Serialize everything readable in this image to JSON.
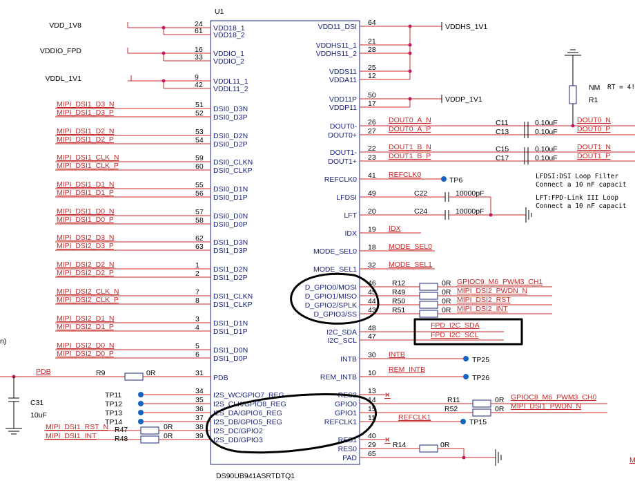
{
  "chip": {
    "ref": "U1",
    "part": "DS90UB941ASRTDTQ1"
  },
  "left_power": [
    {
      "net": "VDD_1V8",
      "pins": [
        {
          "num": "24",
          "name": "VDD18_1"
        },
        {
          "num": "61",
          "name": "VDD18_2"
        }
      ]
    },
    {
      "net": "VDDIO_FPD",
      "pins": [
        {
          "num": "16",
          "name": "VDDIO_1"
        },
        {
          "num": "33",
          "name": "VDDIO_2"
        }
      ]
    },
    {
      "net": "VDDL_1V1",
      "pins": [
        {
          "num": "9",
          "name": "VDDL11_1"
        },
        {
          "num": "42",
          "name": "VDDL11_2"
        }
      ]
    }
  ],
  "left_dsi": [
    {
      "net": "MIPI_DSI1_D3_N",
      "num": "51",
      "pin": "DSI0_D3N"
    },
    {
      "net": "MIPI_DSI1_D3_P",
      "num": "52",
      "pin": "DSI0_D3P"
    },
    {
      "net": "MIPI_DSI1_D2_N",
      "num": "53",
      "pin": "DSI0_D2N"
    },
    {
      "net": "MIPI_DSI1_D2_P",
      "num": "54",
      "pin": "DSI0_D2P"
    },
    {
      "net": "MIPI_DSI1_CLK_N",
      "num": "59",
      "pin": "DSI0_CLKN"
    },
    {
      "net": "MIPI_DSI1_CLK_P",
      "num": "60",
      "pin": "DSI0_CLKP"
    },
    {
      "net": "MIPI_DSI1_D1_N",
      "num": "55",
      "pin": "DSI0_D1N"
    },
    {
      "net": "MIPI_DSI1_D1_P",
      "num": "56",
      "pin": "DSI0_D1P"
    },
    {
      "net": "MIPI_DSI1_D0_N",
      "num": "57",
      "pin": "DSI0_D0N"
    },
    {
      "net": "MIPI_DSI1_D0_P",
      "num": "58",
      "pin": "DSI0_D0P"
    },
    {
      "net": "MIPI_DSI2_D3_N",
      "num": "62",
      "pin": "DSI1_D3N"
    },
    {
      "net": "MIPI_DSI2_D3_P",
      "num": "63",
      "pin": "DSI1_D3P"
    },
    {
      "net": "MIPI_DSI2_D2_N",
      "num": "1",
      "pin": "DSI1_D2N"
    },
    {
      "net": "MIPI_DSI2_D2_P",
      "num": "2",
      "pin": "DSI1_D2P"
    },
    {
      "net": "MIPI_DSI2_CLK_N",
      "num": "7",
      "pin": "DSI1_CLKN"
    },
    {
      "net": "MIPI_DSI2_CLK_P",
      "num": "8",
      "pin": "DSI1_CLKP"
    },
    {
      "net": "MIPI_DSI2_D1_N",
      "num": "3",
      "pin": "DSI1_D1N"
    },
    {
      "net": "MIPI_DSI2_D1_P",
      "num": "4",
      "pin": "DSI1_D1P"
    },
    {
      "net": "MIPI_DSI2_D0_N",
      "num": "5",
      "pin": "DSI1_D0N"
    },
    {
      "net": "MIPI_DSI2_D0_P",
      "num": "6",
      "pin": "DSI1_D0P"
    }
  ],
  "left_lower": {
    "pdb": {
      "net": "PDB",
      "ref": "R9",
      "val": "0R",
      "num": "31",
      "pin": "PDB"
    },
    "cap": {
      "ref": "C31",
      "val": "10uF"
    },
    "i2s": [
      {
        "tp": "TP11",
        "num": "34",
        "pin": "I2S_WC/GPIO7_REG"
      },
      {
        "tp": "TP12",
        "num": "35",
        "pin": "I2S_CLK/GPIO8_REG"
      },
      {
        "tp": "TP13",
        "num": "36",
        "pin": "I2S_DA/GPIO6_REG"
      },
      {
        "tp": "TP14",
        "num": "37",
        "pin": "I2S_DB/GPIO5_REG"
      }
    ],
    "gpio": [
      {
        "net": "MIPI_DSI1_RST_N",
        "ref": "R47",
        "val": "0R",
        "num": "38",
        "pin": "I2S_DC/GPIO2"
      },
      {
        "net": "MIPI_DSI1_INT",
        "ref": "R48",
        "val": "0R",
        "num": "39",
        "pin": "I2S_DD/GPIO3"
      }
    ],
    "edge_text": "n)"
  },
  "right_power": [
    {
      "net": "VDD11_DSI",
      "pins": [
        {
          "num": "64",
          "name": "VDD11_DSI"
        }
      ]
    },
    {
      "net": "VDDHS_1V1",
      "pins": [
        {
          "num": "21",
          "name": "VDDHS11_1"
        },
        {
          "num": "28",
          "name": "VDDHS11_2"
        },
        {
          "num": "25",
          "name": "VDDS11"
        },
        {
          "num": "12",
          "name": "VDDA11"
        }
      ]
    },
    {
      "net": "VDDP_1V1",
      "pins": [
        {
          "num": "50",
          "name": "VDD11P"
        },
        {
          "num": "17",
          "name": "VDDP11"
        }
      ]
    }
  ],
  "right_pins": [
    {
      "num": "64",
      "pin": "VDD11_DSI"
    },
    {
      "num": "21",
      "pin": "VDDHS11_1"
    },
    {
      "num": "28",
      "pin": "VDDHS11_2"
    },
    {
      "num": "25",
      "pin": "VDDS11"
    },
    {
      "num": "12",
      "pin": "VDDA11"
    },
    {
      "num": "50",
      "pin": "VDD11P"
    },
    {
      "num": "17",
      "pin": "VDDP11"
    },
    {
      "num": "26",
      "pin": "DOUT0-"
    },
    {
      "num": "27",
      "pin": "DOUT0+"
    },
    {
      "num": "22",
      "pin": "DOUT1-"
    },
    {
      "num": "23",
      "pin": "DOUT1+"
    },
    {
      "num": "41",
      "pin": "REFCLK0"
    },
    {
      "num": "49",
      "pin": "LFDSI"
    },
    {
      "num": "20",
      "pin": "LFT"
    },
    {
      "num": "19",
      "pin": "IDX"
    },
    {
      "num": "18",
      "pin": "MODE_SEL0"
    },
    {
      "num": "32",
      "pin": "MODE_SEL1"
    },
    {
      "num": "46",
      "pin": "D_GPIO0/MOSI"
    },
    {
      "num": "45",
      "pin": "D_GPIO1/MISO"
    },
    {
      "num": "44",
      "pin": "D_GPIO2/SPLK"
    },
    {
      "num": "43",
      "pin": "D_GPIO3/SS"
    },
    {
      "num": "48",
      "pin": "I2C_SDA"
    },
    {
      "num": "47",
      "pin": "I2C_SCL"
    },
    {
      "num": "30",
      "pin": "INTB"
    },
    {
      "num": "10",
      "pin": "REM_INTB"
    },
    {
      "num": "13",
      "pin": "RES2"
    },
    {
      "num": "14",
      "pin": "GPIO0"
    },
    {
      "num": "15",
      "pin": "GPIO1"
    },
    {
      "num": "11",
      "pin": "REFCLK1"
    },
    {
      "num": "40",
      "pin": "RES1"
    },
    {
      "num": "29",
      "pin": "RES0"
    },
    {
      "num": "65",
      "pin": "PAD"
    }
  ],
  "right_nets": {
    "dout0_n": "DOUT0_A_N",
    "dout0_p": "DOUT0_A_P",
    "dout1_n": "DOUT1_B_N",
    "dout1_p": "DOUT1_B_P",
    "c11": "C11",
    "c13": "C13",
    "c15": "C15",
    "c17": "C17",
    "cap_val": "0.10uF",
    "out0n": "DOUT0_N",
    "out0p": "DOUT0_P",
    "out1n": "DOUT1_N",
    "out1p": "DOUT1_P",
    "nm": "NM",
    "r1": "R1",
    "rt": "RT = 4!",
    "refclk0": "REFCLK0",
    "tp6": "TP6",
    "c22": "C22",
    "c24": "C24",
    "c_lf": "10000pF",
    "idx": "IDX",
    "mode0": "MODE_SEL0",
    "mode1": "MODE_SEL1",
    "gpio_rows": [
      {
        "ref": "R12",
        "val": "0R",
        "net": "GPIOC9_M6_PWM3_CH1"
      },
      {
        "ref": "R49",
        "val": "0R",
        "net": "MIPI_DSI2_PWDN_N"
      },
      {
        "ref": "R50",
        "val": "0R",
        "net": "MIPI_DSI2_RST"
      },
      {
        "ref": "R51",
        "val": "0R",
        "net": "MIPI_DSI2_INT"
      }
    ],
    "sda": "FPD_I2C_SDA",
    "scl": "FPD_I2C_SCL",
    "intb": "INTB",
    "tp25": "TP25",
    "rem_intb": "REM_INTB",
    "tp26": "TP26",
    "g0": {
      "ref": "R11",
      "val": "0R",
      "net": "GPIOC8_M6_PWM3_CH0"
    },
    "g1": {
      "ref": "R52",
      "val": "0R",
      "net": "MIPI_DSI1_PWDN_N"
    },
    "refclk1": "REFCLK1",
    "tp15": "TP15",
    "r14": "R14",
    "r14v": "0R",
    "note1a": "LFDSI:DSI Loop Filter",
    "note1b": "Connect a 10 nF capacit",
    "note2a": "LFT:FPD-Link III Loop",
    "note2b": "Connect a 10 nF capacit",
    "edge_m": "M"
  }
}
